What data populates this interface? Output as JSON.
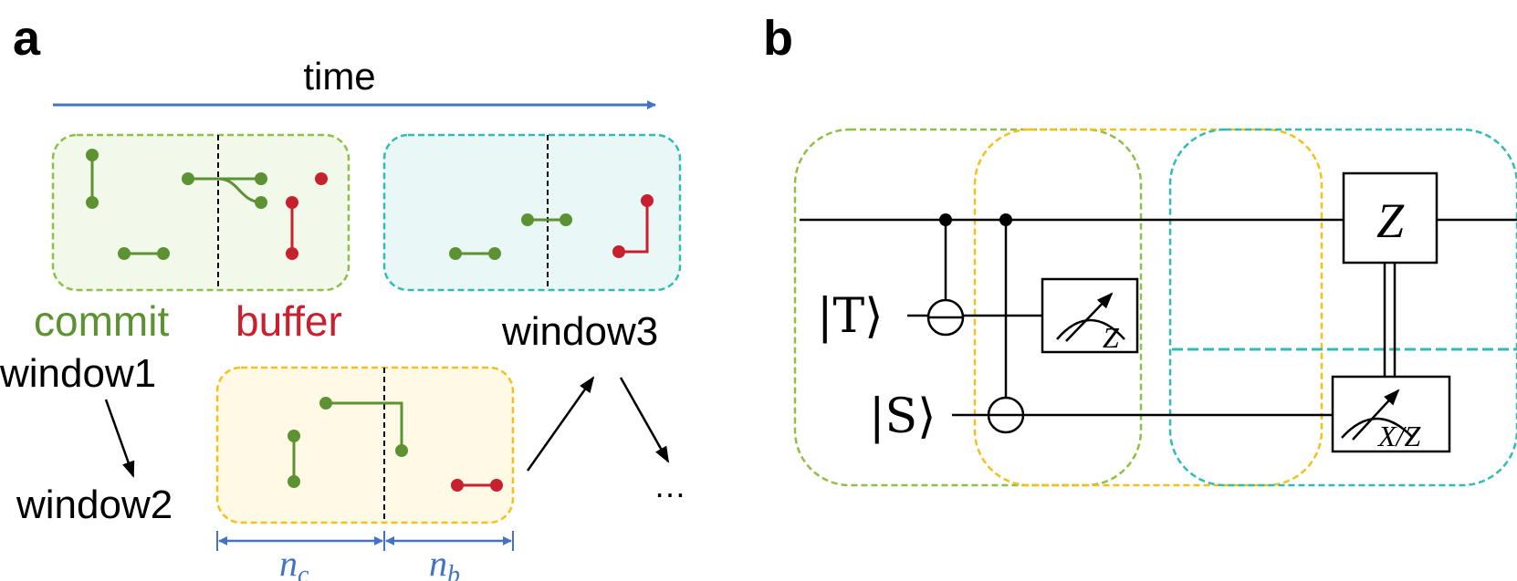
{
  "panel_a": {
    "label": "a",
    "time_label": "time",
    "commit_label": "commit",
    "buffer_label": "buffer",
    "window1_label": "window1",
    "window2_label": "window2",
    "window3_label": "window3",
    "ellipsis": "…",
    "n_c": {
      "base": "n",
      "sub": "c"
    },
    "n_b": {
      "base": "n",
      "sub": "b"
    }
  },
  "panel_b": {
    "label": "b",
    "ket_t": "|T⟩",
    "ket_s": "|S⟩",
    "z_gate": "Z",
    "meter1_basis": "Z",
    "meter2_basis": "X/Z"
  },
  "colors": {
    "commit_green": "#5c9232",
    "buffer_red": "#c8202e",
    "arrow_blue": "#4472c4",
    "window1_fill": "#f2f8ea",
    "window1_border": "#8ec045",
    "window2_fill": "#fff9e6",
    "window2_border": "#f2c21b",
    "window3_fill": "#e9f7f6",
    "window3_border": "#30bcb4"
  }
}
